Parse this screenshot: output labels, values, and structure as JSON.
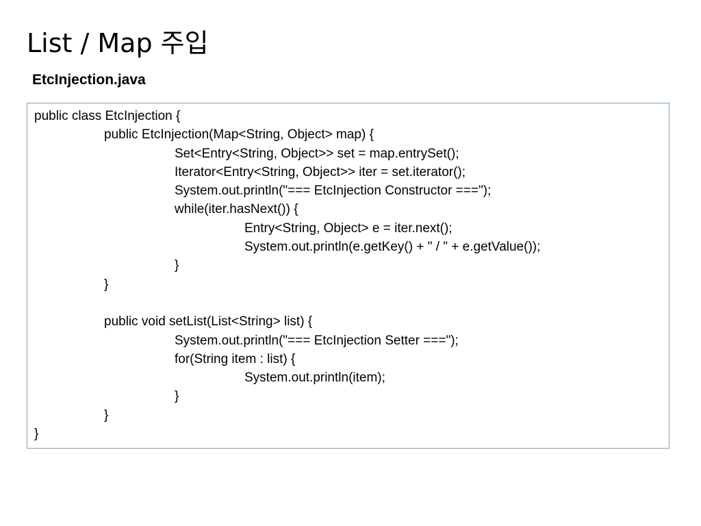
{
  "slide": {
    "title": "List / Map 주입",
    "file_name": "EtcInjection.java"
  },
  "code": {
    "lines": [
      {
        "indent": 0,
        "text": "public class EtcInjection {"
      },
      {
        "indent": 1,
        "text": "public EtcInjection(Map<String, Object> map) {"
      },
      {
        "indent": 2,
        "text": "Set<Entry<String, Object>> set = map.entrySet();"
      },
      {
        "indent": 2,
        "text": "Iterator<Entry<String, Object>> iter = set.iterator();"
      },
      {
        "indent": 2,
        "text": "System.out.println(\"=== EtcInjection Constructor ===\");"
      },
      {
        "indent": 2,
        "text": "while(iter.hasNext()) {"
      },
      {
        "indent": 3,
        "text": "Entry<String, Object> e = iter.next();"
      },
      {
        "indent": 3,
        "text": "System.out.println(e.getKey() + \" / \" + e.getValue());"
      },
      {
        "indent": 2,
        "text": "}"
      },
      {
        "indent": 1,
        "text": "}"
      },
      {
        "indent": 0,
        "text": ""
      },
      {
        "indent": 1,
        "text": "public void setList(List<String> list) {"
      },
      {
        "indent": 2,
        "text": "System.out.println(\"=== EtcInjection Setter ===\");"
      },
      {
        "indent": 2,
        "text": "for(String item : list) {"
      },
      {
        "indent": 3,
        "text": "System.out.println(item);"
      },
      {
        "indent": 2,
        "text": "}"
      },
      {
        "indent": 1,
        "text": "}"
      },
      {
        "indent": 0,
        "text": "}"
      }
    ]
  }
}
